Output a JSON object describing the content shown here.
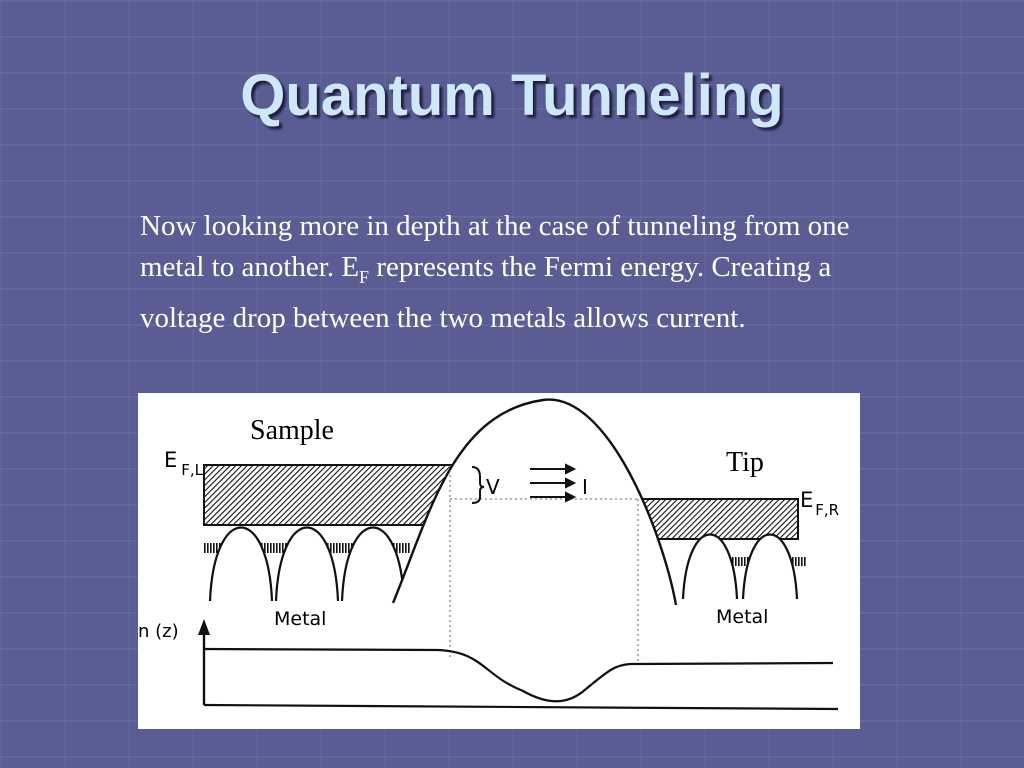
{
  "slide": {
    "title": "Quantum Tunneling",
    "body": {
      "part1": "Now looking more in depth at the case of tunneling from one metal to another. E",
      "subscript": "F",
      "part2": " represents the Fermi energy. Creating a voltage drop between the two metals allows current."
    }
  },
  "figure": {
    "sample_label": "Sample",
    "tip_label": "Tip",
    "fermi_left": {
      "main": "E",
      "sub": "F,L"
    },
    "fermi_right": {
      "main": "E",
      "sub": "F,R"
    },
    "voltage_label": "V",
    "current_label": "I",
    "metal_left": "Metal",
    "metal_right": "Metal",
    "density_axis_label": "n (z)"
  }
}
